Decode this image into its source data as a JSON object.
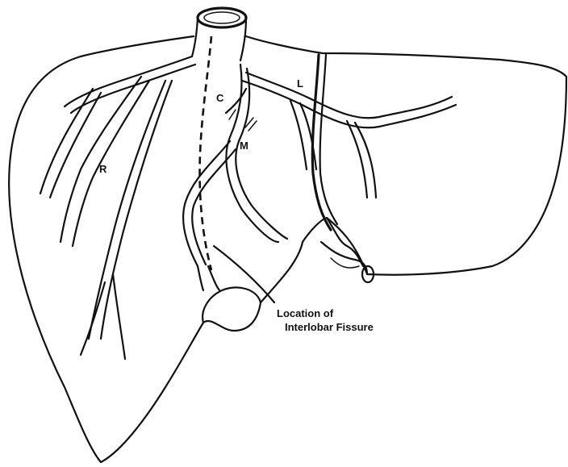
{
  "labels": {
    "right": "R",
    "left": "L",
    "middle": "M",
    "caudate": "C"
  },
  "caption": {
    "line1": "Location of",
    "line2": "Interlobar Fissure"
  }
}
